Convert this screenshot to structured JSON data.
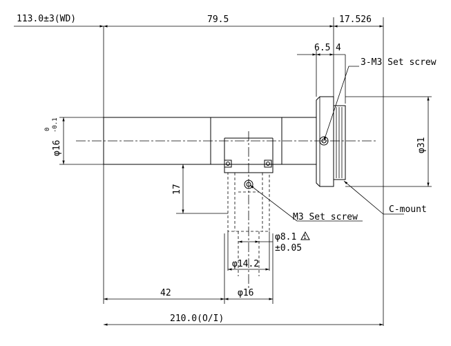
{
  "dimensions": {
    "wd": "113.0±3(WD)",
    "d79_5": "79.5",
    "d17_526": "17.526",
    "d6_5": "6.5",
    "d4": "4",
    "phi16_top": "φ16",
    "phi16_tol_upper": "0",
    "phi16_tol_lower": "-0.1",
    "phi31": "φ31",
    "d17": "17",
    "phi8_1": "φ8.1",
    "phi8_1_tol": "±0.05",
    "phi8_1_flag": "1",
    "phi14_2": "φ14.2",
    "d42": "42",
    "phi16_bottom": "φ16",
    "d210": "210.0(O/I)"
  },
  "notes": {
    "set_screw_3": "3-M3 Set screw",
    "set_screw_1": "M3 Set screw",
    "mount": "C-mount"
  }
}
